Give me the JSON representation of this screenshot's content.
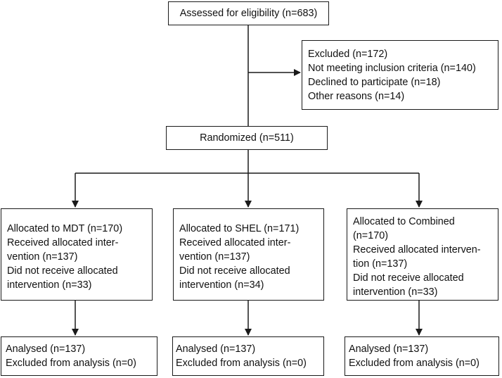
{
  "assessed": {
    "label": "Assessed for eligibility (n=683)"
  },
  "excluded": {
    "lines": [
      "Excluded  (n=172)",
      "Not meeting inclusion criteria (n=140)",
      "Declined to participate (n=18)",
      "Other reasons (n=14)"
    ]
  },
  "randomized": {
    "label": "Randomized (n=511)"
  },
  "arms": [
    {
      "allocation_lines": [
        "Allocated to MDT (n=170)",
        "Received allocated inter-",
        "vention (n=137)",
        "Did not receive allocated",
        "intervention (n=33)"
      ],
      "analysis_lines": [
        "Analysed  (n=137)",
        "Excluded from analysis (n=0)"
      ]
    },
    {
      "allocation_lines": [
        "Allocated to SHEL (n=171)",
        "Received allocated inter-",
        "vention (n=137)",
        "Did not receive allocated",
        "intervention (n=34)"
      ],
      "analysis_lines": [
        "Analysed  (n=137)",
        "Excluded from analysis (n=0)"
      ]
    },
    {
      "allocation_lines": [
        "Allocated to Combined",
        "(n=170)",
        "Received allocated interven-",
        "tion (n=137)",
        "Did not receive allocated",
        "intervention (n=33)"
      ],
      "analysis_lines": [
        "Analysed  (n=137)",
        "Excluded from analysis (n=0)"
      ]
    }
  ],
  "colors": {
    "line": "#1a1a1a",
    "text": "#111111"
  }
}
